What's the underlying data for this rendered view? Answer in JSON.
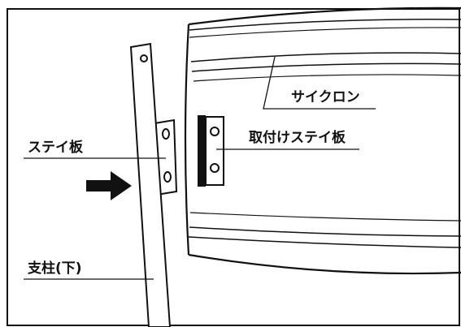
{
  "labels": {
    "cyclone": "サイクロン",
    "mount_stay_plate": "取付けステイ板",
    "stay_plate": "ステイ板",
    "post_lower": "支柱(下)"
  },
  "colors": {
    "line": "#111111",
    "background": "#ffffff"
  },
  "icons": {
    "arrow": "right-arrow-icon"
  }
}
